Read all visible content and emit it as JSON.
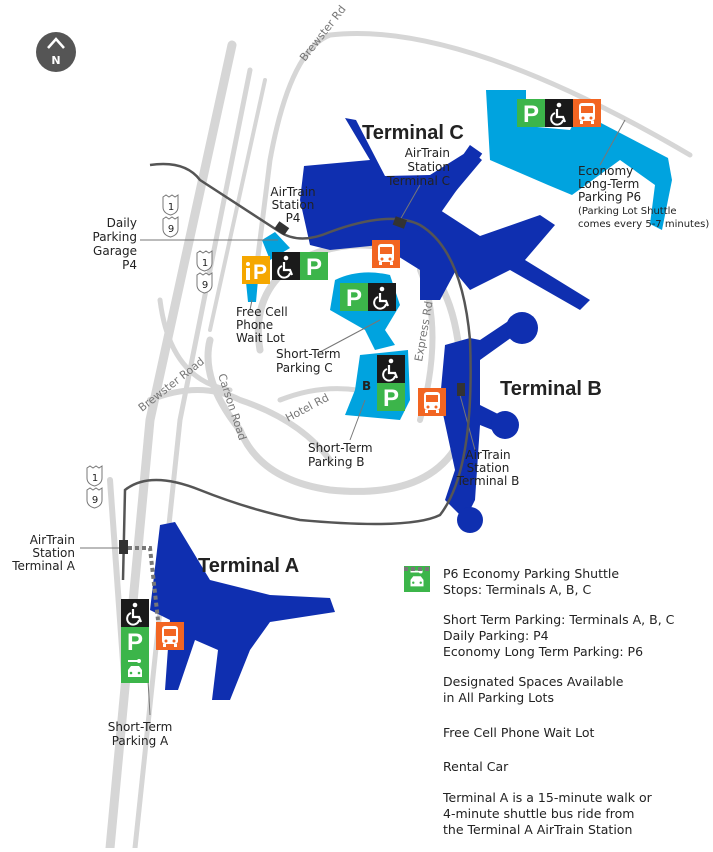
{
  "colors": {
    "terminal": "#0f2fb0",
    "lot": "#00a3df",
    "parking_green": "#3cb54a",
    "shuttle_orange": "#f26522",
    "cellphone_yellow": "#f5a700",
    "accessible_black": "#1a1a1a",
    "road": "#d6d6d6",
    "airtrain": "#555555"
  },
  "compass": {
    "label": "N",
    "icon": "north-arrow-icon"
  },
  "roads": {
    "brewster_rd_top": "Brewster Rd",
    "brewster_road": "Brewster Road",
    "carson_road": "Carson Road",
    "hotel_rd": "Hotel Rd",
    "express_rd": "Express Rd"
  },
  "shields": [
    {
      "top": "1",
      "bottom": "9"
    },
    {
      "top": "1",
      "bottom": "9"
    },
    {
      "top": "1",
      "bottom": "9"
    }
  ],
  "terminals": {
    "a": "Terminal A",
    "b": "Terminal B",
    "c": "Terminal C"
  },
  "labels": {
    "airtrain_c": [
      "AirTrain",
      "Station",
      "Terminal C"
    ],
    "airtrain_p4": [
      "AirTrain",
      "Station",
      "P4"
    ],
    "airtrain_b": [
      "AirTrain",
      "Station",
      "Terminal B"
    ],
    "airtrain_a": [
      "AirTrain",
      "Station",
      "Terminal A"
    ],
    "daily_parking": [
      "Daily",
      "Parking",
      "Garage",
      "P4"
    ],
    "economy": [
      "Economy",
      "Long-Term",
      "Parking P6"
    ],
    "economy_note": [
      "(Parking Lot Shuttle",
      "comes every 5-7 minutes)"
    ],
    "cell_lot": [
      "Free Cell",
      "Phone",
      "Wait Lot"
    ],
    "short_c": [
      "Short-Term",
      "Parking C"
    ],
    "short_b": [
      "Short-Term",
      "Parking B"
    ],
    "short_a": [
      "Short-Term",
      "Parking A"
    ],
    "lot_b_letter": "B"
  },
  "icons": {
    "parking": "P",
    "cell": "iP",
    "bus_p": "P"
  },
  "legend": [
    {
      "icon": "shuttle-bus-icon",
      "lines": [
        "P6 Economy Parking Shuttle",
        "Stops: Terminals A, B, C"
      ]
    },
    {
      "icon": "parking-icon",
      "lines": [
        "Short Term Parking: Terminals A, B, C",
        "Daily Parking: P4",
        "Economy Long Term Parking: P6"
      ]
    },
    {
      "icon": "accessible-icon",
      "lines": [
        "Designated Spaces Available",
        "in All Parking Lots"
      ]
    },
    {
      "icon": "cell-phone-lot-icon",
      "lines": [
        "Free Cell Phone Wait Lot"
      ]
    },
    {
      "icon": "rental-car-icon",
      "lines": [
        "Rental Car"
      ]
    },
    {
      "icon": "walk-dashed-line-icon",
      "lines": [
        "Terminal A is a 15-minute walk or",
        "4-minute shuttle bus ride from",
        "the Terminal A AirTrain Station"
      ]
    }
  ]
}
